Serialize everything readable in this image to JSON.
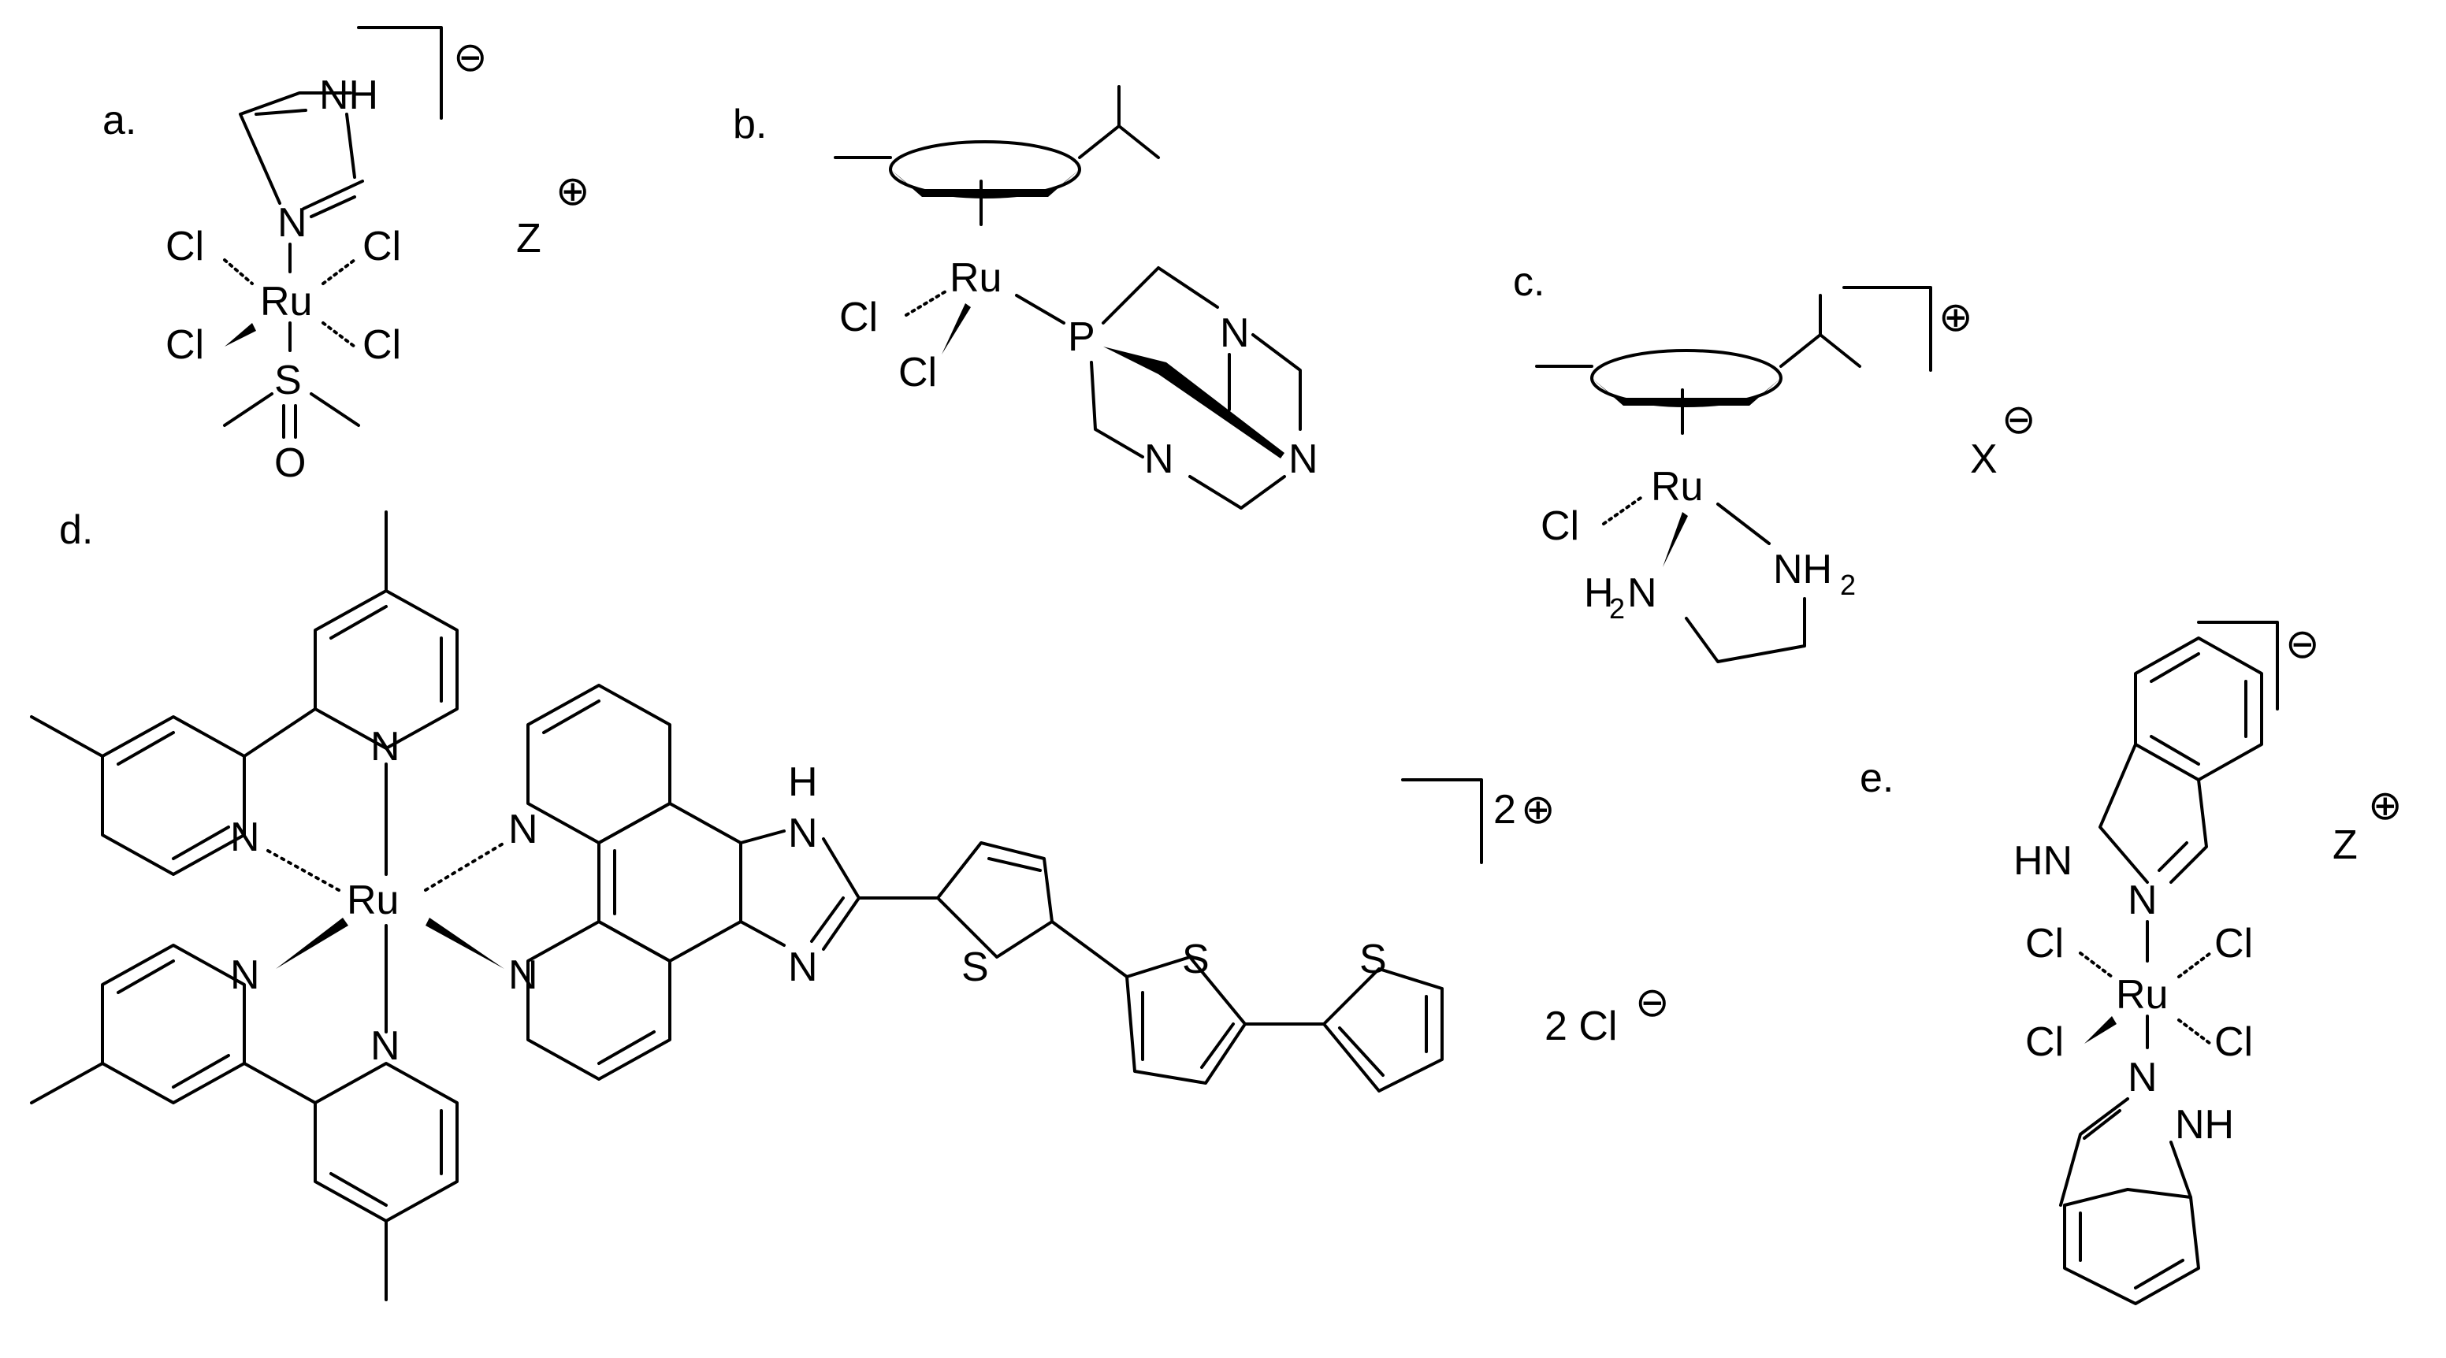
{
  "panel_labels": {
    "a": "a.",
    "b": "b.",
    "c": "c.",
    "d": "d.",
    "e": "e."
  },
  "charges": {
    "a": "⊖",
    "a_counterion": "Z",
    "a_counterion_charge": "⊕",
    "c": "⊕",
    "c_counterion": "X",
    "c_counterion_charge": "⊖",
    "d_num": "2",
    "d_sign": "⊕",
    "d_counterion": "2 Cl",
    "d_counterion_charge": "⊖",
    "e": "⊖",
    "e_counterion": "Z",
    "e_counterion_charge": "⊕"
  },
  "atoms": {
    "ru": "Ru",
    "cl": "Cl",
    "n": "N",
    "nh": "NH",
    "hn": "HN",
    "s": "S",
    "o": "O",
    "p": "P",
    "h": "H",
    "nh2": "NH",
    "h2n": "H",
    "two": "2"
  }
}
